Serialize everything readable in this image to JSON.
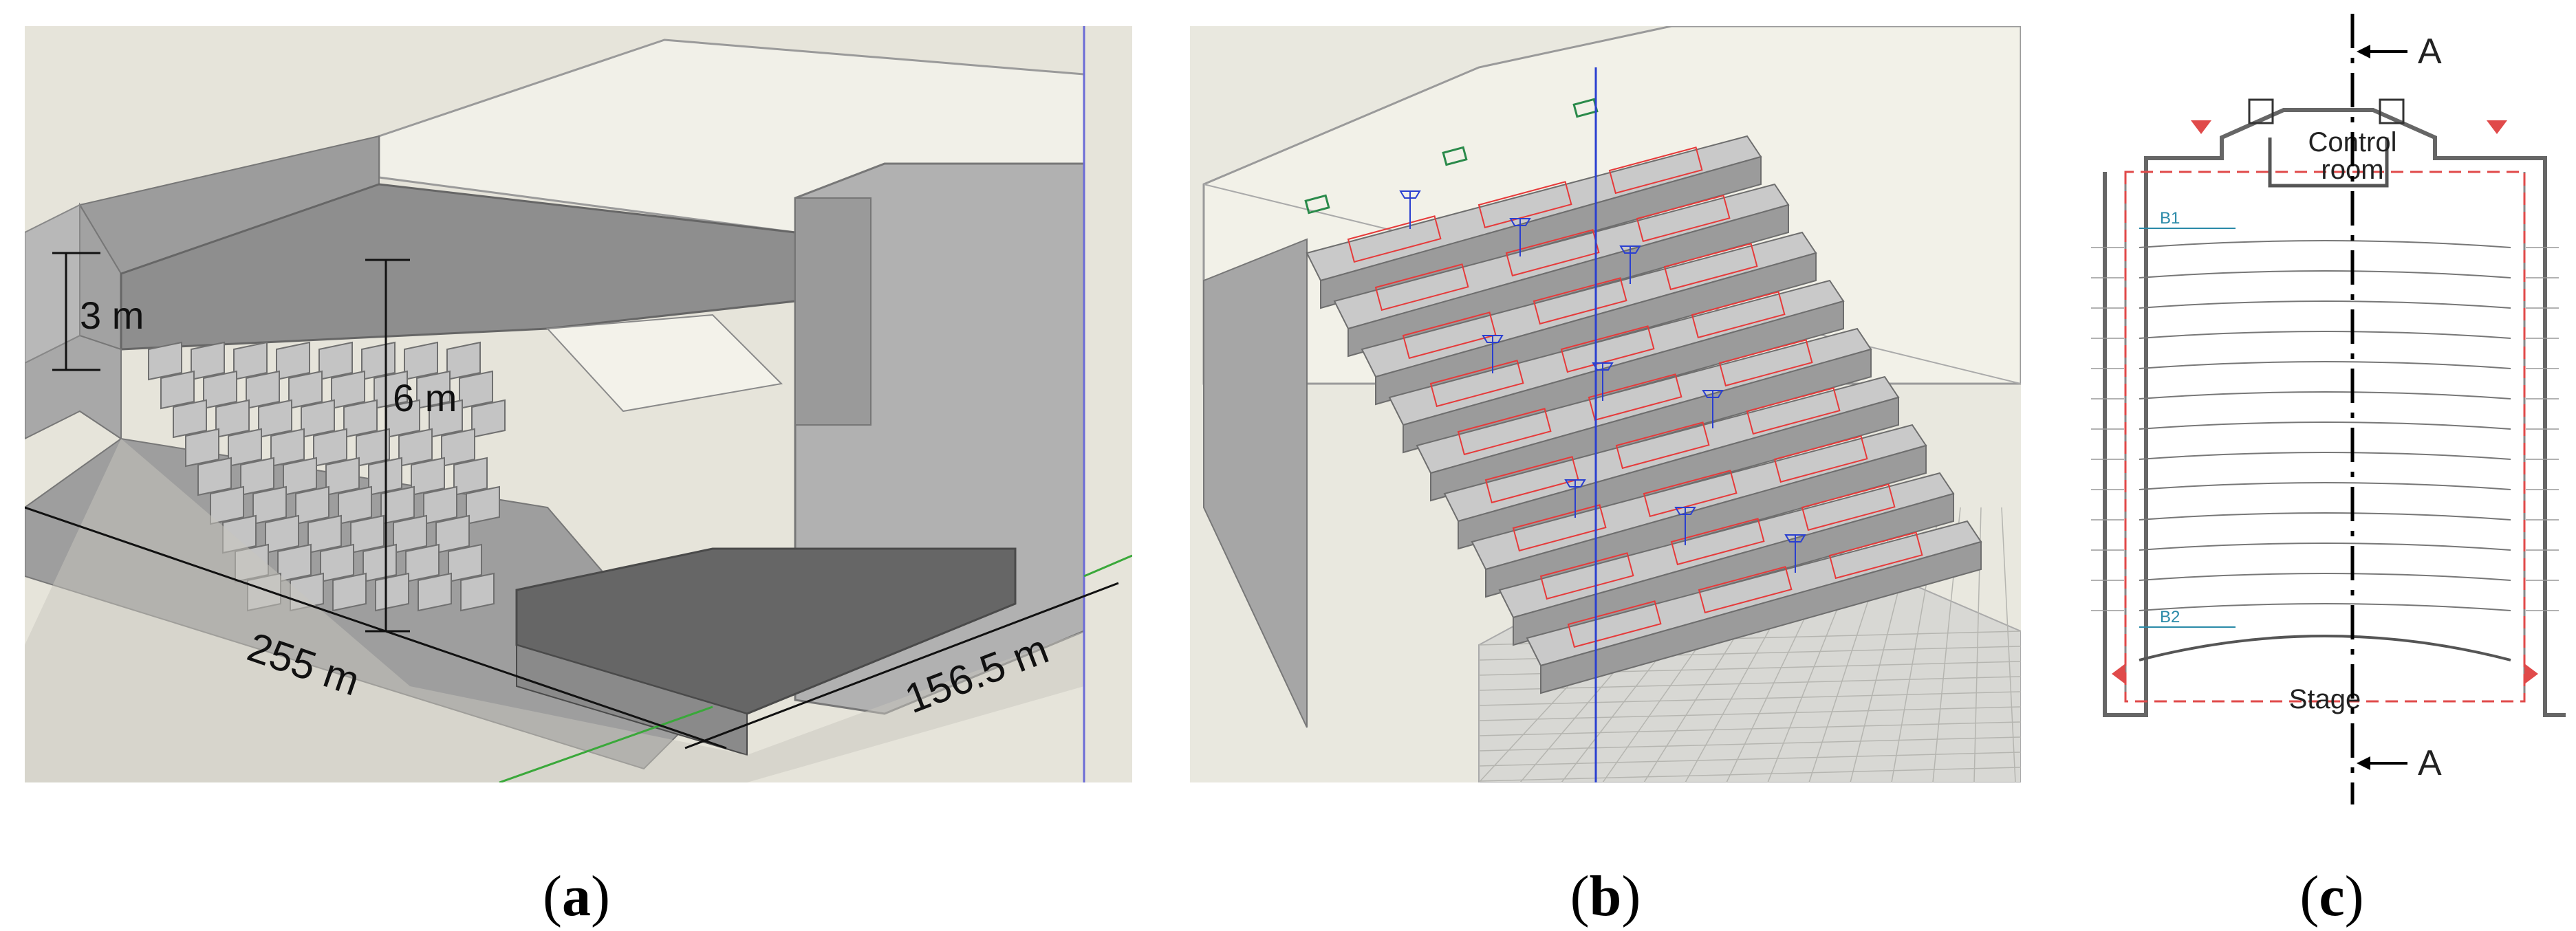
{
  "panel_a": {
    "width_label": "255 m",
    "depth_label": "156.5 m",
    "height_label": "6 m",
    "balcony_label": "3 m"
  },
  "panel_c": {
    "control_room_label_1": "Control",
    "control_room_label_2": "room",
    "stage_label": "Stage",
    "section_top_label": "A",
    "section_bottom_label": "A",
    "level_b1_label": "B1",
    "level_b2_label": "B2"
  },
  "captions": {
    "a": "a",
    "b": "b",
    "c": "c"
  },
  "colors": {
    "model_grey": "#a9a9a9",
    "model_dark": "#7d7d7d",
    "source_red": "#e63a3a",
    "receiver_blue": "#2a3fd0",
    "level_cyan": "#2a8aa8"
  }
}
